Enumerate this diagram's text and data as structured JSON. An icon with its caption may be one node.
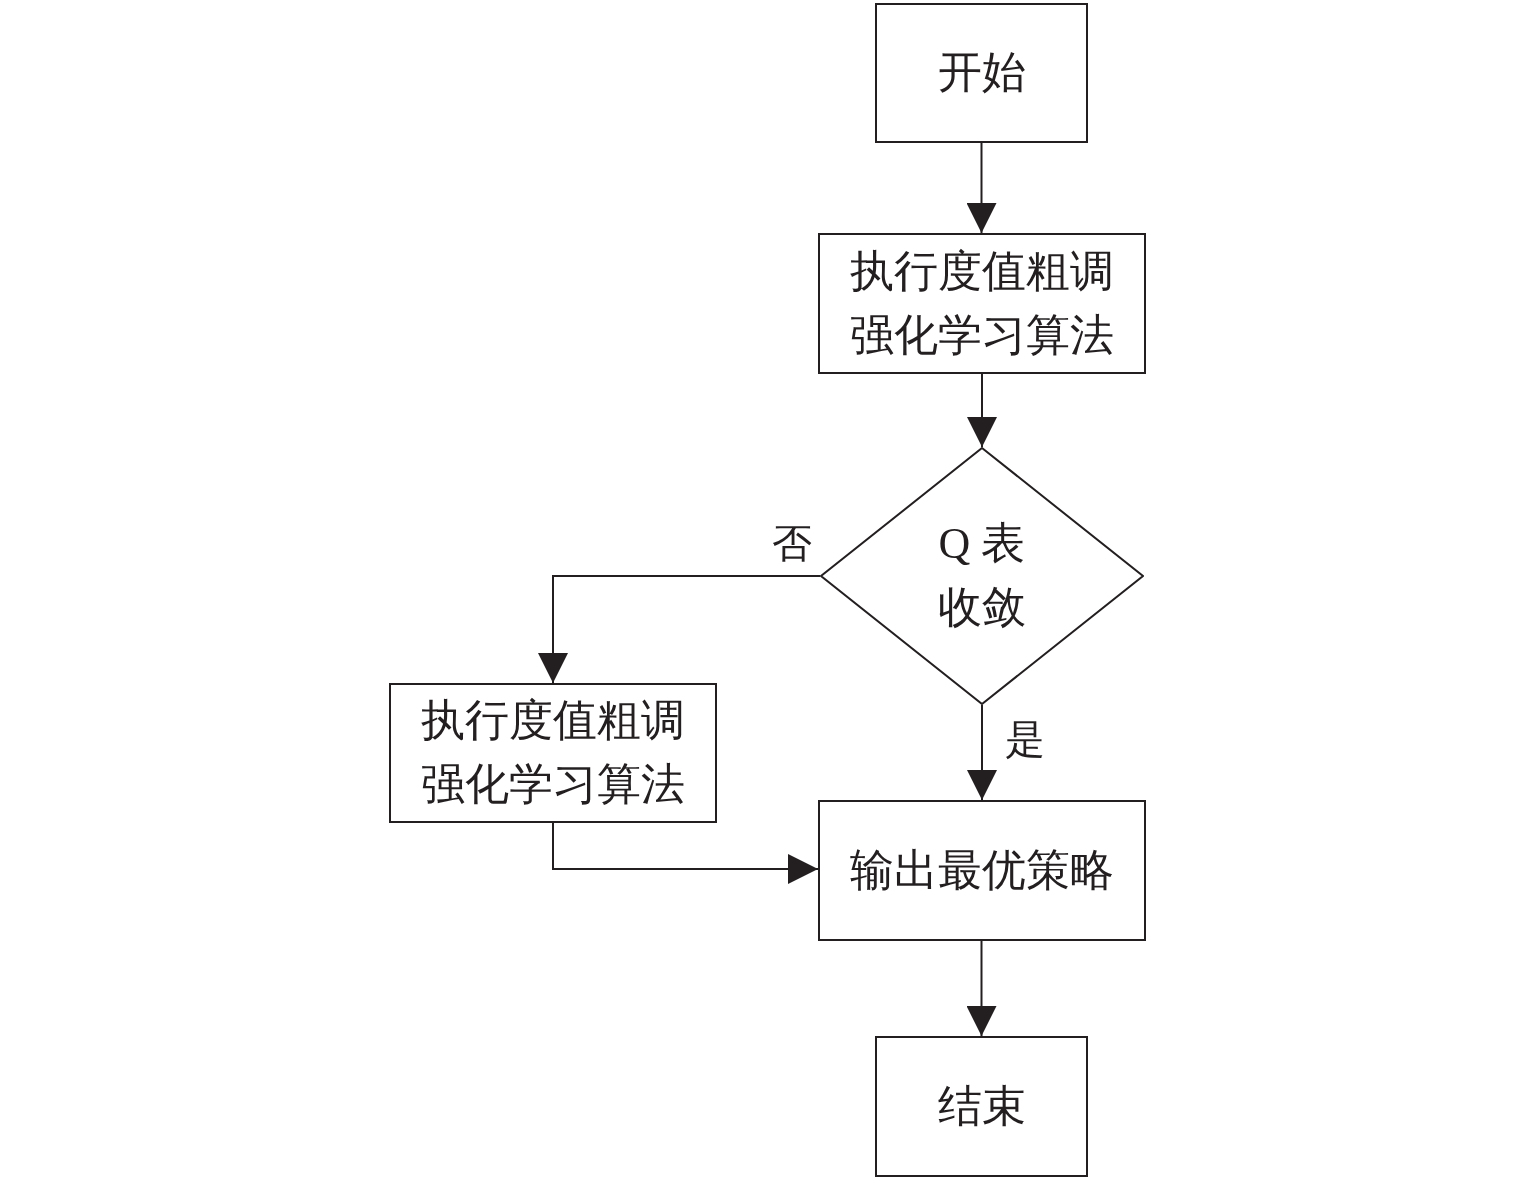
{
  "diagram": {
    "nodes": [
      {
        "text": [
          "开始"
        ]
      },
      {
        "text": [
          "执行度值粗调强化学习算法"
        ]
      },
      {
        "text": [
          "Q 表收敛"
        ]
      },
      {
        "text": [
          "执行度值粗调强化学习算法"
        ]
      },
      {
        "text": [
          "输出最优策略"
        ]
      },
      {
        "text": [
          "结束"
        ]
      }
    ],
    "edges": [
      {
        "from": 0,
        "to": 1,
        "arrow": "to"
      },
      {
        "from": 1,
        "to": 2,
        "arrow": "to"
      },
      {
        "from": 2,
        "to": 3,
        "label": "否",
        "arrow": "to"
      },
      {
        "from": 2,
        "to": 4,
        "label": "是",
        "arrow": "to"
      },
      {
        "from": 3,
        "to": 4,
        "arrow": "to"
      },
      {
        "from": 4,
        "to": 5,
        "arrow": "to"
      }
    ]
  }
}
